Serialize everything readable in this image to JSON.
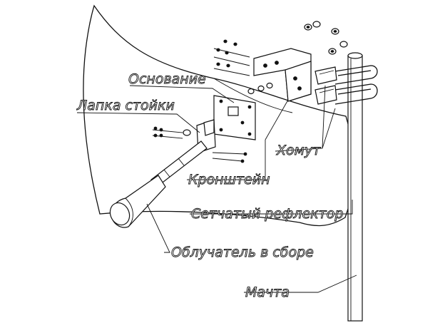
{
  "labels": {
    "base": "Основание",
    "mast_paw": "Лапка стойки",
    "clamp": "Хомут",
    "bracket": "Кронштейн",
    "mesh_reflector": "Сетчатый рефлектор",
    "feed_assembly": "Облучатель в сборе",
    "mast": "Мачта"
  },
  "colors": {
    "line": "#111111",
    "background": "#ffffff"
  }
}
